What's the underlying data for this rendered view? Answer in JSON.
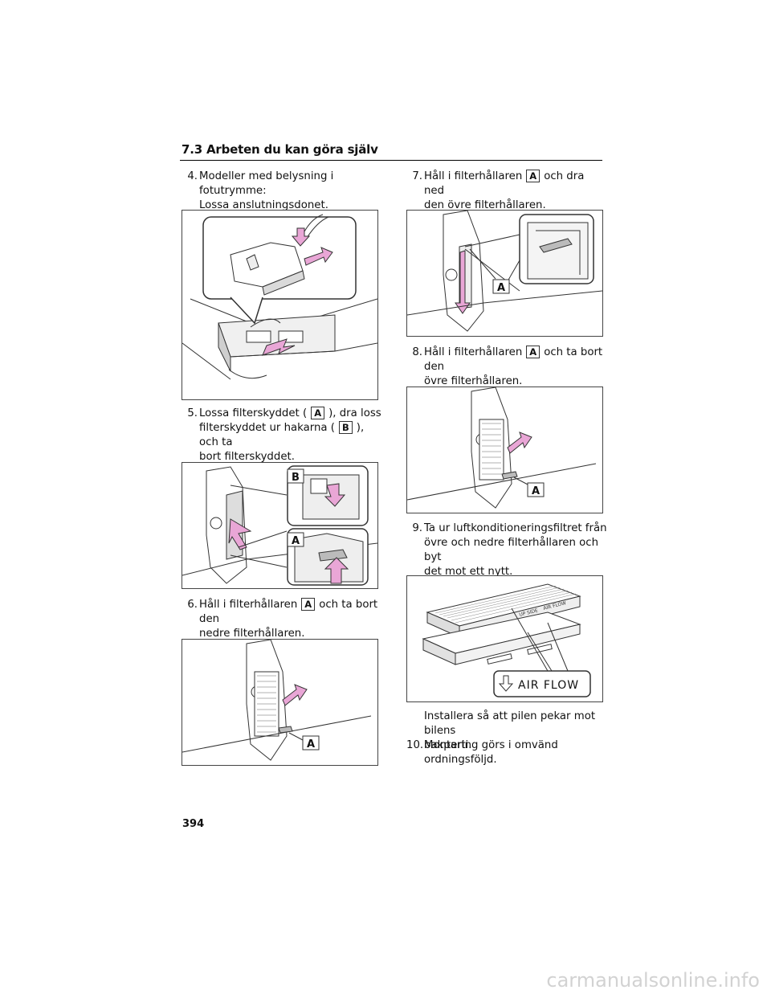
{
  "section": {
    "title": "7.3  Arbeten du kan göra själv"
  },
  "steps": [
    {
      "num": "4.",
      "line1": "Modeller med belysning i fotutrymme:",
      "line2": "Lossa anslutningsdonet."
    },
    {
      "num": "5.",
      "pre": "Lossa filterskyddet (",
      "key1": "A",
      "mid1": "), dra loss",
      "mid2": "filterskyddet ur hakarna (",
      "key2": "B",
      "post": "), och ta",
      "line3": "bort filterskyddet."
    },
    {
      "num": "6.",
      "pre": "Håll i filterhållaren",
      "key1": "A",
      "post": "och ta bort den",
      "line2": "nedre filterhållaren."
    },
    {
      "num": "7.",
      "pre": "Håll i filterhållaren",
      "key1": "A",
      "post": "och dra ned",
      "line2": "den övre filterhållaren."
    },
    {
      "num": "8.",
      "pre": "Håll i filterhållaren",
      "key1": "A",
      "post": "och ta bort den",
      "line2": "övre filterhållaren."
    },
    {
      "num": "9.",
      "line1": "Ta ur luftkonditioneringsfiltret från",
      "line2": "övre och nedre filterhållaren och byt",
      "line3": "det mot ett nytt."
    },
    {
      "num": "10.",
      "line1": "Montering görs i omvänd",
      "line2": "ordningsföljd."
    }
  ],
  "install_note": {
    "line1": "Installera så att pilen pekar mot bilens",
    "line2": "bakparti."
  },
  "figure_labels": {
    "fig5_b": "B",
    "fig5_a": "A",
    "fig6_a": "A",
    "fig7_a": "A",
    "fig8_a": "A",
    "filter_up_side": "UP SIDE",
    "filter_air_flow": "AIR FLOW",
    "air_flow_callout": "AIR FLOW"
  },
  "page_number": "394",
  "footer": "carmanualsonline.info",
  "colors": {
    "arrow_pink": "#e9a6d6",
    "line": "#333333"
  }
}
